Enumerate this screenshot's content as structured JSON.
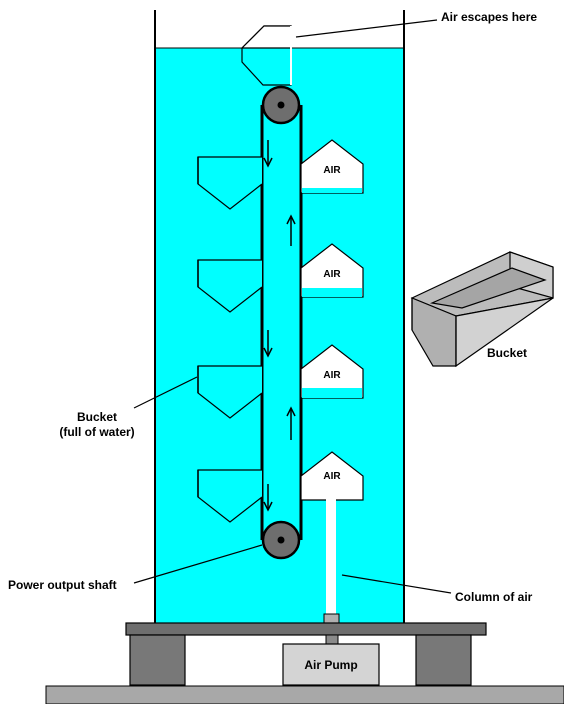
{
  "labels": {
    "air_escapes": "Air escapes here",
    "bucket_full_line1": "Bucket",
    "bucket_full_line2": "(full of water)",
    "power_output_shaft": "Power output shaft",
    "column_of_air": "Column of air",
    "air_pump": "Air Pump",
    "bucket": "Bucket",
    "air": "AIR"
  },
  "colors": {
    "water": "#00ffff",
    "base_plate": "#6e6e6e",
    "pillar": "#787878",
    "pump": "#d4d4d4",
    "ground": "#a8a8a8",
    "pulley": "#6e6e6e",
    "bucket_3d": "#c4c4c4"
  }
}
